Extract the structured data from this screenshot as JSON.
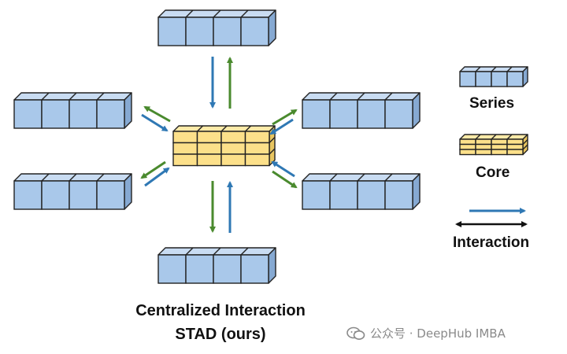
{
  "caption": {
    "line1": "Centralized Interaction",
    "line2": "STAD (ours)"
  },
  "legend": {
    "series_label": "Series",
    "core_label": "Core",
    "interaction_label": "Interaction"
  },
  "watermark": {
    "text": "公众号 · DeepHub IMBA",
    "icon": "wechat-icon"
  },
  "colors": {
    "series_face": "#a9c8ea",
    "series_top": "#c9dcf2",
    "series_side": "#86a9d2",
    "core_face": "#fce08a",
    "core_top": "#fdeaa8",
    "core_side": "#e8c560",
    "outline": "#222222",
    "arrow_blue": "#2f78b4",
    "arrow_green": "#4a8a2e",
    "arrow_black": "#111111"
  }
}
